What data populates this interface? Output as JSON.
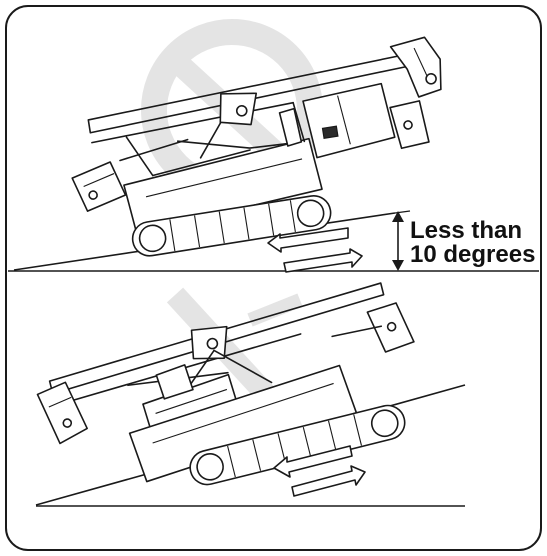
{
  "annotation": {
    "line1": "Less than",
    "line2": "10 degrees"
  },
  "colors": {
    "frame": "#1a1a1a",
    "watermark": "#cfcfcf"
  },
  "icons": [
    "double-arrow-icon",
    "angle-dimension-arrow-icon",
    "watermark-logo"
  ]
}
